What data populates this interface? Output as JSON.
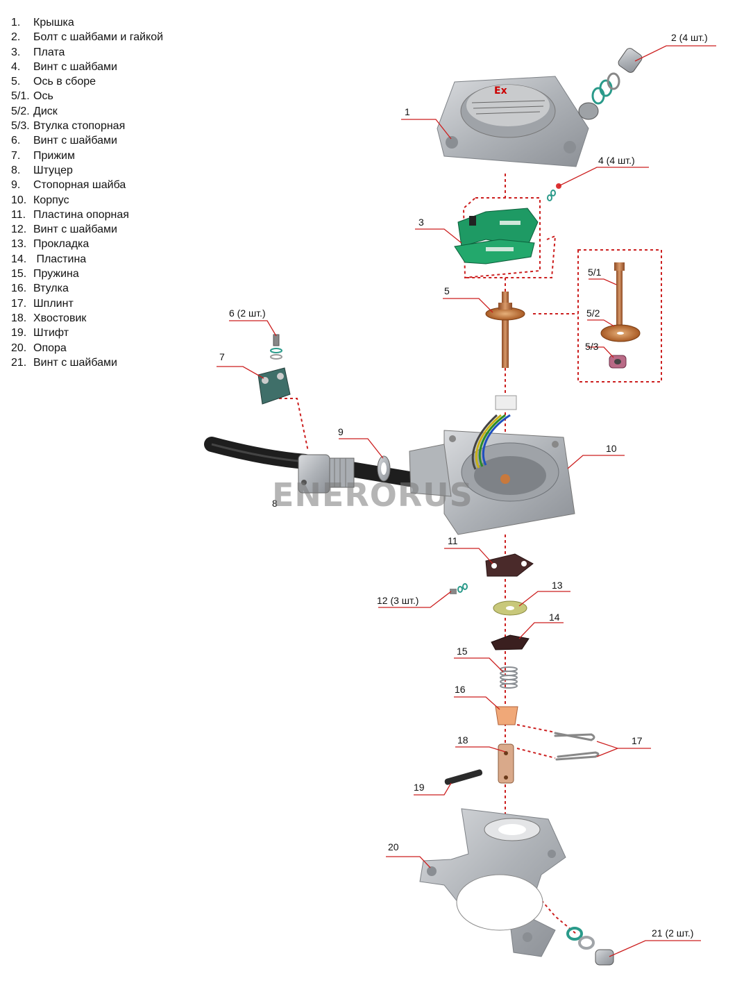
{
  "legend": [
    {
      "num": "1.",
      "text": "Крышка"
    },
    {
      "num": "2.",
      "text": "Болт с шайбами и гайкой"
    },
    {
      "num": "3.",
      "text": "Плата"
    },
    {
      "num": "4.",
      "text": "Винт с шайбами"
    },
    {
      "num": "5.",
      "text": "Ось в сборе"
    },
    {
      "num": "5/1.",
      "text": "Ось"
    },
    {
      "num": "5/2.",
      "text": "Диск"
    },
    {
      "num": "5/3.",
      "text": "Втулка стопорная"
    },
    {
      "num": "6.",
      "text": "Винт с шайбами"
    },
    {
      "num": "7.",
      "text": "Прижим"
    },
    {
      "num": "8.",
      "text": "Штуцер"
    },
    {
      "num": "9.",
      "text": "Стопорная шайба"
    },
    {
      "num": "10.",
      "text": "Корпус"
    },
    {
      "num": "11.",
      "text": "Пластина опорная"
    },
    {
      "num": "12.",
      "text": "Винт с шайбами"
    },
    {
      "num": "13.",
      "text": "Прокладка"
    },
    {
      "num": "14.",
      "text": " Пластина"
    },
    {
      "num": "15.",
      "text": "Пружина"
    },
    {
      "num": "16.",
      "text": "Втулка"
    },
    {
      "num": "17.",
      "text": "Шплинт"
    },
    {
      "num": "18.",
      "text": "Хвостовик"
    },
    {
      "num": "19.",
      "text": "Штифт"
    },
    {
      "num": "20.",
      "text": "Опора"
    },
    {
      "num": "21.",
      "text": "Винт с шайбами"
    }
  ],
  "callouts": {
    "c1": "1",
    "c2": "2 (4 шт.)",
    "c3": "3",
    "c4": "4 (4 шт.)",
    "c5": "5",
    "c5_1": "5/1",
    "c5_2": "5/2",
    "c5_3": "5/3",
    "c6": "6 (2 шт.)",
    "c7": "7",
    "c8": "8",
    "c9": "9",
    "c10": "10",
    "c11": "11",
    "c12": "12 (3 шт.)",
    "c13": "13",
    "c14": "14",
    "c15": "15",
    "c16": "16",
    "c17": "17",
    "c18": "18",
    "c19": "19",
    "c20": "20",
    "c21": "21 (2 шт.)"
  },
  "cover_mark": "Ex",
  "watermark": "ENERORUS",
  "colors": {
    "leader": "#cc1f1f",
    "metal": "#b9bcc0",
    "metal_dark": "#8f9398",
    "pcb": "#1e9a64",
    "copper": "#c8793d",
    "cable": "#222222"
  }
}
